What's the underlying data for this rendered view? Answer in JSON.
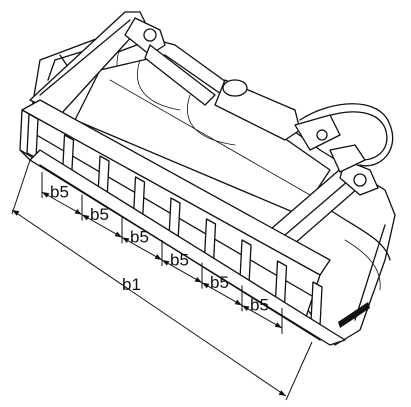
{
  "diagram": {
    "segment_label": "b5",
    "segment_count": 6,
    "total_label": "b1",
    "brand_plate_text": ""
  }
}
